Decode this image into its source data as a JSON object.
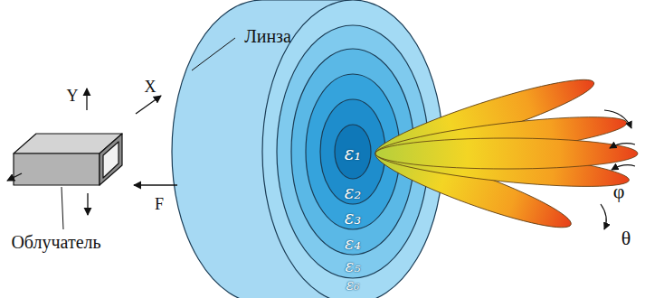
{
  "diagram": {
    "labels": [
      "Линза",
      "Y",
      "X",
      "Облучатель",
      "F",
      "ε₁",
      "ε₂",
      "ε₃",
      "ε₄",
      "ε₅",
      "ε₆",
      "φ",
      "θ"
    ]
  }
}
